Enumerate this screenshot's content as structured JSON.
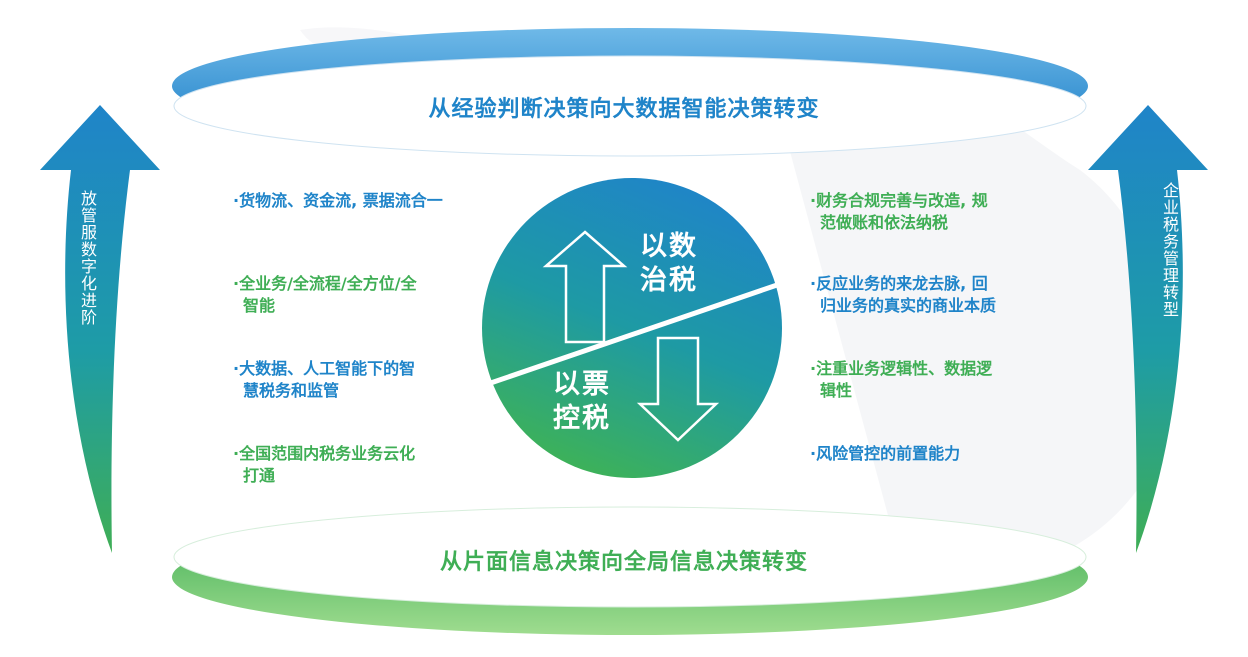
{
  "top_banner": {
    "text": "从经验判断决策向大数据智能决策转变",
    "color": "#1f84c9"
  },
  "bottom_banner": {
    "text": "从片面信息决策向全局信息决策转变",
    "color": "#3fae55"
  },
  "left_arrow": {
    "text": "放管服数字化进阶"
  },
  "right_arrow": {
    "text": "企业税务管理转型"
  },
  "circle": {
    "top_line1": "以数",
    "top_line2": "治税",
    "bottom_line1": "以票",
    "bottom_line2": "控税"
  },
  "left_items": [
    {
      "lines": [
        "·货物流、资金流, 票据流合一"
      ],
      "color": "blue"
    },
    {
      "lines": [
        "·全业务/全流程/全方位/全",
        "智能"
      ],
      "color": "green"
    },
    {
      "lines": [
        "·大数据、人工智能下的智",
        "慧税务和监管"
      ],
      "color": "blue"
    },
    {
      "lines": [
        "·全国范围内税务业务云化",
        "打通"
      ],
      "color": "green"
    }
  ],
  "right_items": [
    {
      "lines": [
        "·财务合规完善与改造, 规",
        "范做账和依法纳税"
      ],
      "color": "green"
    },
    {
      "lines": [
        "·反应业务的来龙去脉, 回",
        "归业务的真实的商业本质"
      ],
      "color": "blue"
    },
    {
      "lines": [
        "·注重业务逻辑性、数据逻",
        "辑性"
      ],
      "color": "green"
    },
    {
      "lines": [
        "·风险管控的前置能力"
      ],
      "color": "blue"
    }
  ],
  "colors": {
    "blue": "#1f84c9",
    "green": "#3fae55"
  }
}
